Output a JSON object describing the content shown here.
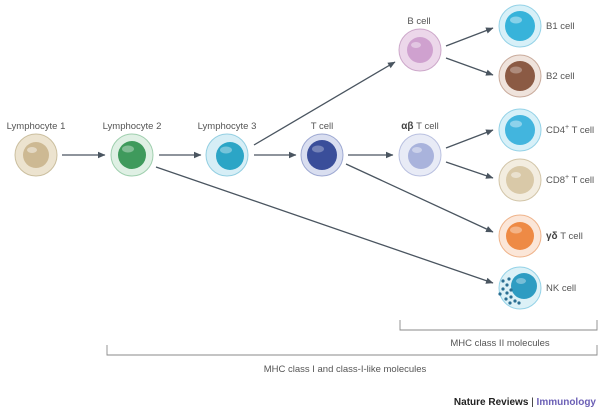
{
  "cells": {
    "lymphocyte1": {
      "label": "Lymphocyte 1",
      "outer": "#ece3cf",
      "inner": "#cdb993"
    },
    "lymphocyte2": {
      "label": "Lymphocyte 2",
      "outer": "#dff0e4",
      "inner": "#3f9a5c"
    },
    "lymphocyte3": {
      "label": "Lymphocyte 3",
      "outer": "#d6eef6",
      "inner": "#2ba5c6"
    },
    "tcell": {
      "label": "T cell",
      "outer": "#d9def0",
      "inner": "#3a4e9a"
    },
    "bcell": {
      "label": "B cell",
      "outer": "#ecd7ea",
      "inner": "#cfa1cf"
    },
    "abtcell": {
      "label_greek": "αβ",
      "label_rest": " T cell",
      "outer": "#e8ebf6",
      "inner": "#a9b3dc"
    },
    "b1cell": {
      "label": "B1 cell",
      "outer": "#d7f0f8",
      "inner": "#37b3da"
    },
    "b2cell": {
      "label": "B2 cell",
      "outer": "#efe3dc",
      "inner": "#8b5a44"
    },
    "cd4tcell": {
      "label_pre": "CD4",
      "label_sup": "+",
      "label_post": " T cell",
      "outer": "#d7f0f8",
      "inner": "#42b5de"
    },
    "cd8tcell": {
      "label_pre": "CD8",
      "label_sup": "+",
      "label_post": " T cell",
      "outer": "#f3ede0",
      "inner": "#d9c9a8"
    },
    "gdtcell": {
      "label_greek": "γδ",
      "label_rest": " T cell",
      "outer": "#fbe6d8",
      "inner": "#ee8a45"
    },
    "nkcell": {
      "label": "NK cell",
      "outer": "#dcf1f7",
      "inner": "#2e9cc2",
      "granule": "#2b6f93"
    }
  },
  "brackets": {
    "mhc2": "MHC class II molecules",
    "mhc1": "MHC class I and class-I-like molecules"
  },
  "footer": {
    "journal": "Nature Reviews",
    "separator": " | ",
    "section": "Immunology",
    "section_color": "#6b5fb5"
  },
  "colors": {
    "arrow": "#4a5560",
    "bracket": "#8a8a8a"
  }
}
